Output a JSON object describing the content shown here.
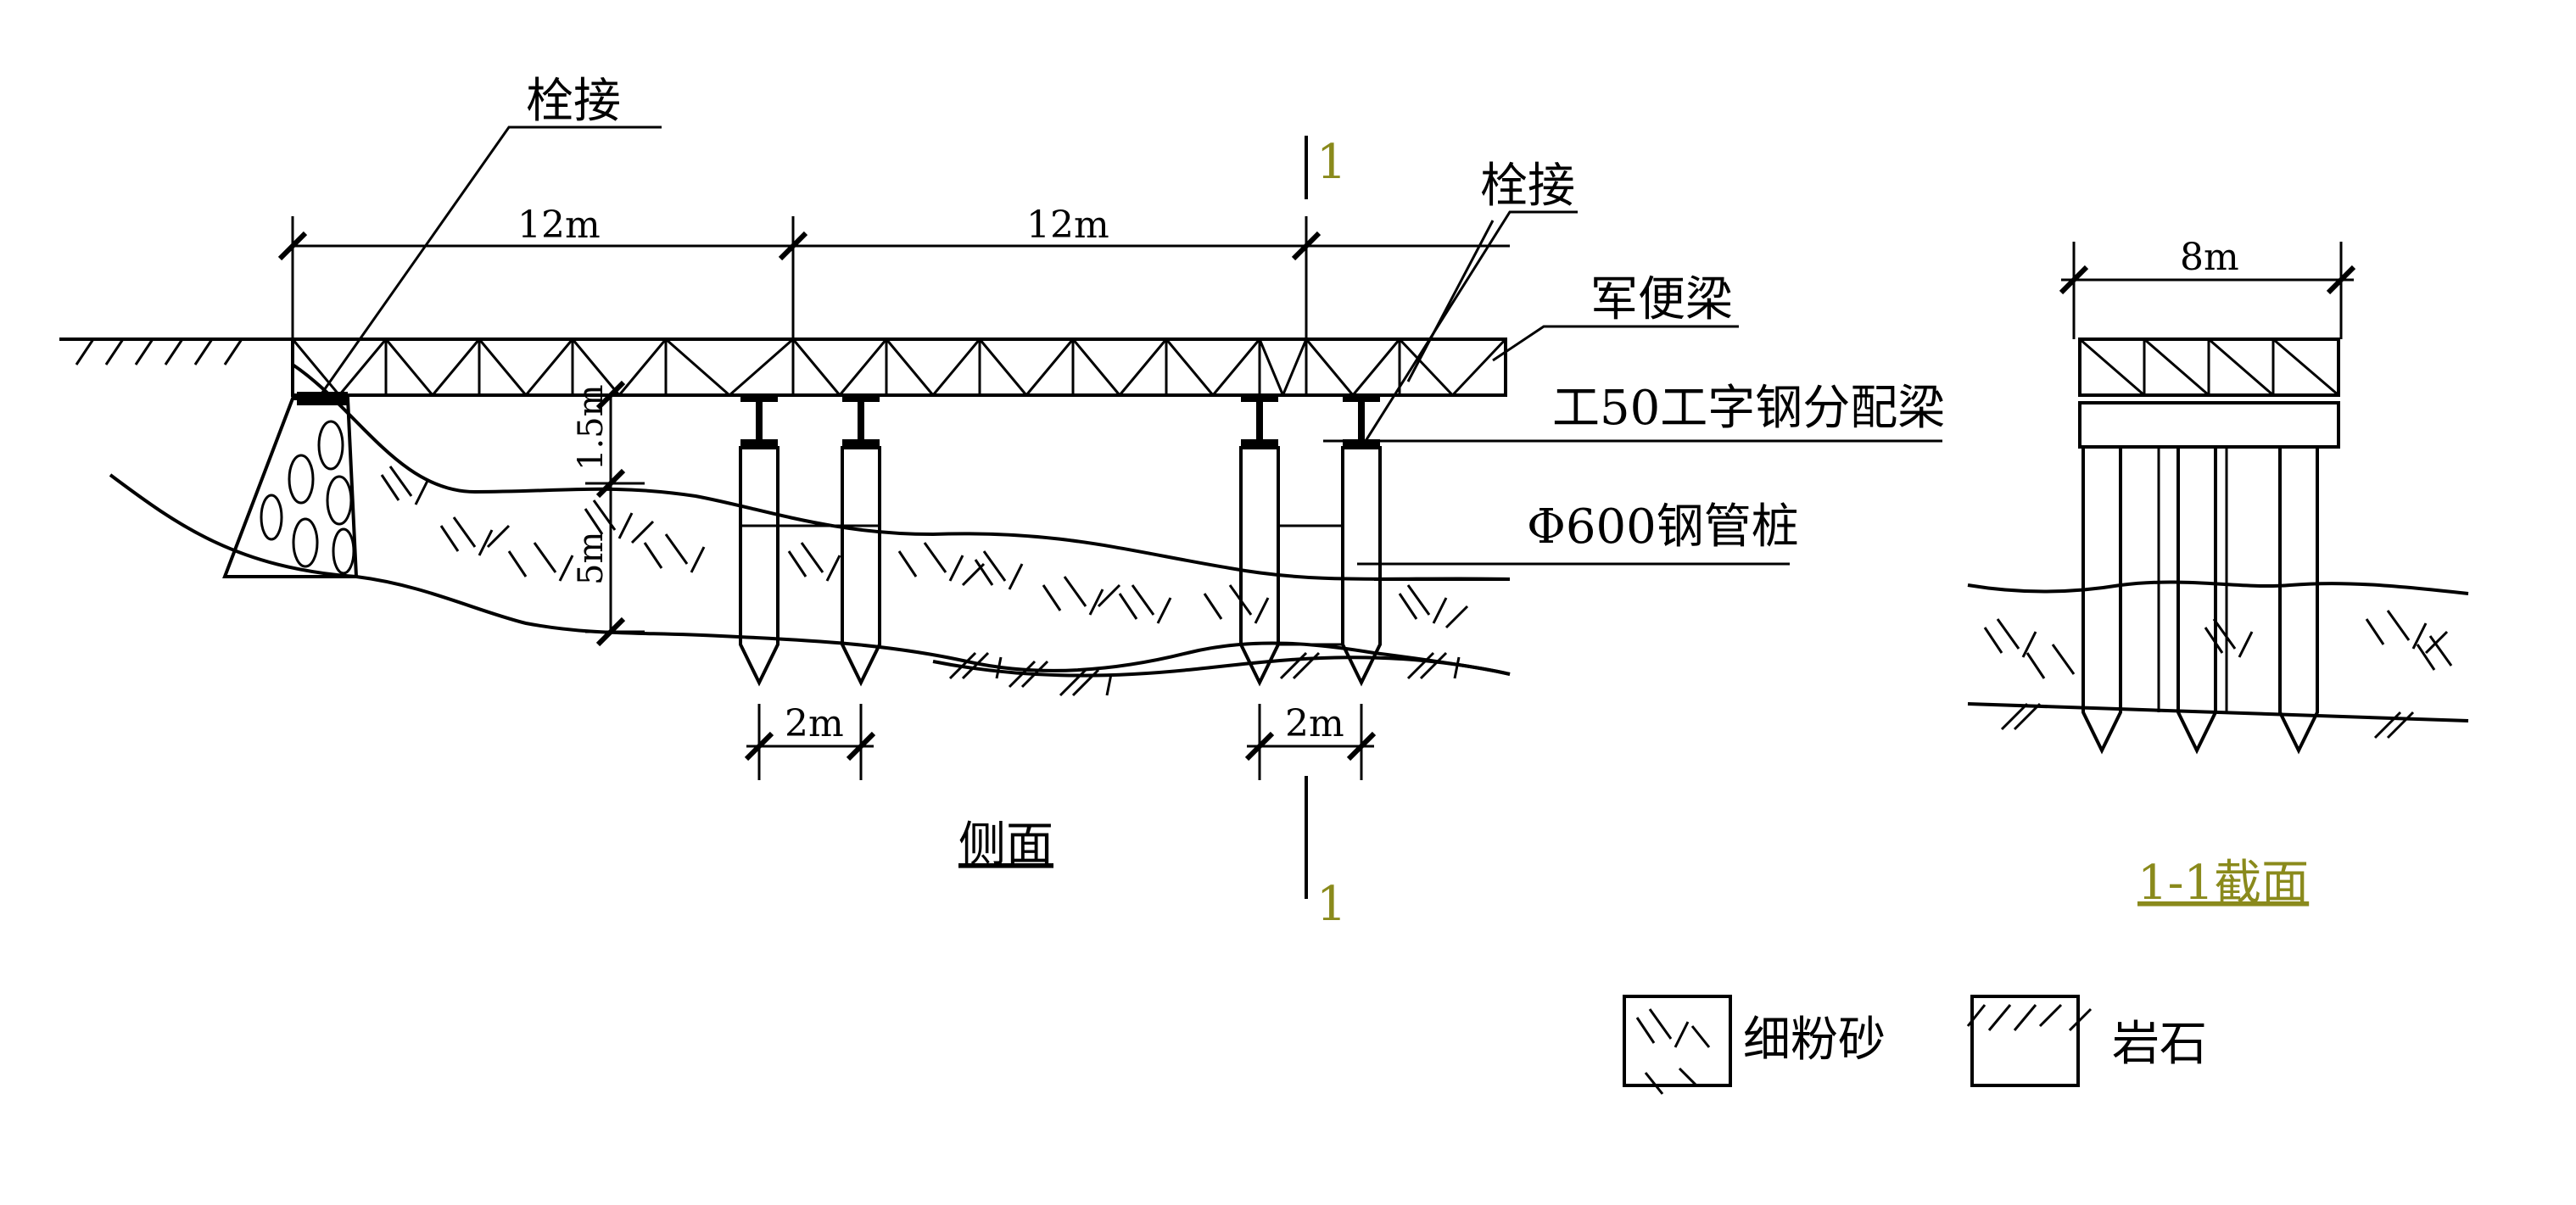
{
  "side_view": {
    "bolt_label_left": "栓接",
    "bolt_label_right": "栓接",
    "span1": "12m",
    "span2": "12m",
    "beam_label": "军便梁",
    "distribution_beam_label": "工50工字钢分配梁",
    "pile_label": "Φ600钢管桩",
    "dim_upper": "1.5m",
    "dim_lower": "5m",
    "pile_spacing_left": "2m",
    "pile_spacing_right": "2m",
    "section_mark_top": "1",
    "section_mark_bottom": "1",
    "title": "侧面"
  },
  "section_view": {
    "width_dim": "8m",
    "title": "1-1截面"
  },
  "legend": {
    "sand": "细粉砂",
    "rock": "岩石"
  },
  "colors": {
    "line": "#000000",
    "accent": "#8a8a1c"
  }
}
